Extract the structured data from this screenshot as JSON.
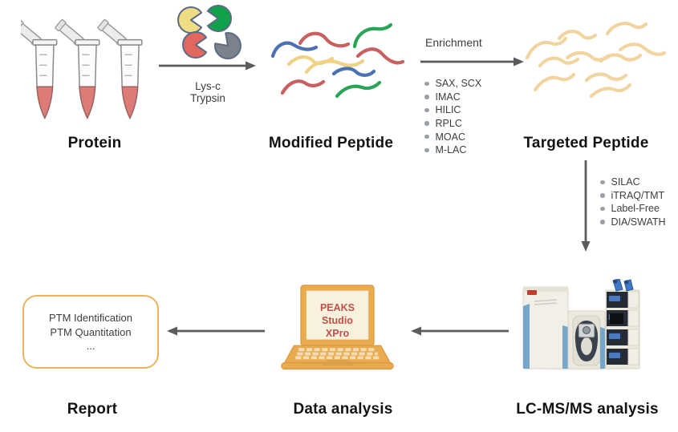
{
  "stages": {
    "protein": {
      "label": "Protein"
    },
    "modified_peptide": {
      "label": "Modified Peptide"
    },
    "targeted_peptide": {
      "label": "Targeted Peptide"
    },
    "lcms": {
      "label": "LC-MS/MS analysis"
    },
    "data_analysis": {
      "label": "Data analysis",
      "software": [
        "PEAKS Studio",
        "XPro"
      ]
    },
    "report": {
      "label": "Report",
      "contents": [
        "PTM Identification",
        "PTM Quantitation",
        "..."
      ]
    }
  },
  "digestion": {
    "enzymes": [
      "Lys-c",
      "Trypsin"
    ]
  },
  "enrichment": {
    "title": "Enrichment",
    "methods": [
      "SAX, SCX",
      "IMAC",
      "HILIC",
      "RPLC",
      "MOAC",
      "M-LAC"
    ]
  },
  "quantification": {
    "methods": [
      "SILAC",
      "iTRAQ/TMT",
      "Label-Free",
      "DIA/SWATH"
    ]
  },
  "colors": {
    "arrow": "#5b5b5b",
    "label_text": "#131313",
    "annotation_text": "#3d3d3d",
    "bullet_dot": "#9aa0a5",
    "tube_liquid": "#dd7b76",
    "enzyme_yellow": "#eedd84",
    "enzyme_green": "#12a14b",
    "enzyme_red": "#e2675f",
    "enzyme_gray": "#7c828b",
    "peptide_blue": "#4a72b2",
    "peptide_red": "#c96060",
    "peptide_yellow": "#f0d287",
    "peptide_green": "#2aa558",
    "targeted_peptide": "#f2d4a0",
    "laptop_body": "#eaaa50",
    "laptop_screen": "#f8f1dd",
    "laptop_screen_text": "#c2504a",
    "report_border": "#ecb35f",
    "instrument_accent_blue": "#76a6ca",
    "instrument_panel_dark": "#252c36"
  }
}
